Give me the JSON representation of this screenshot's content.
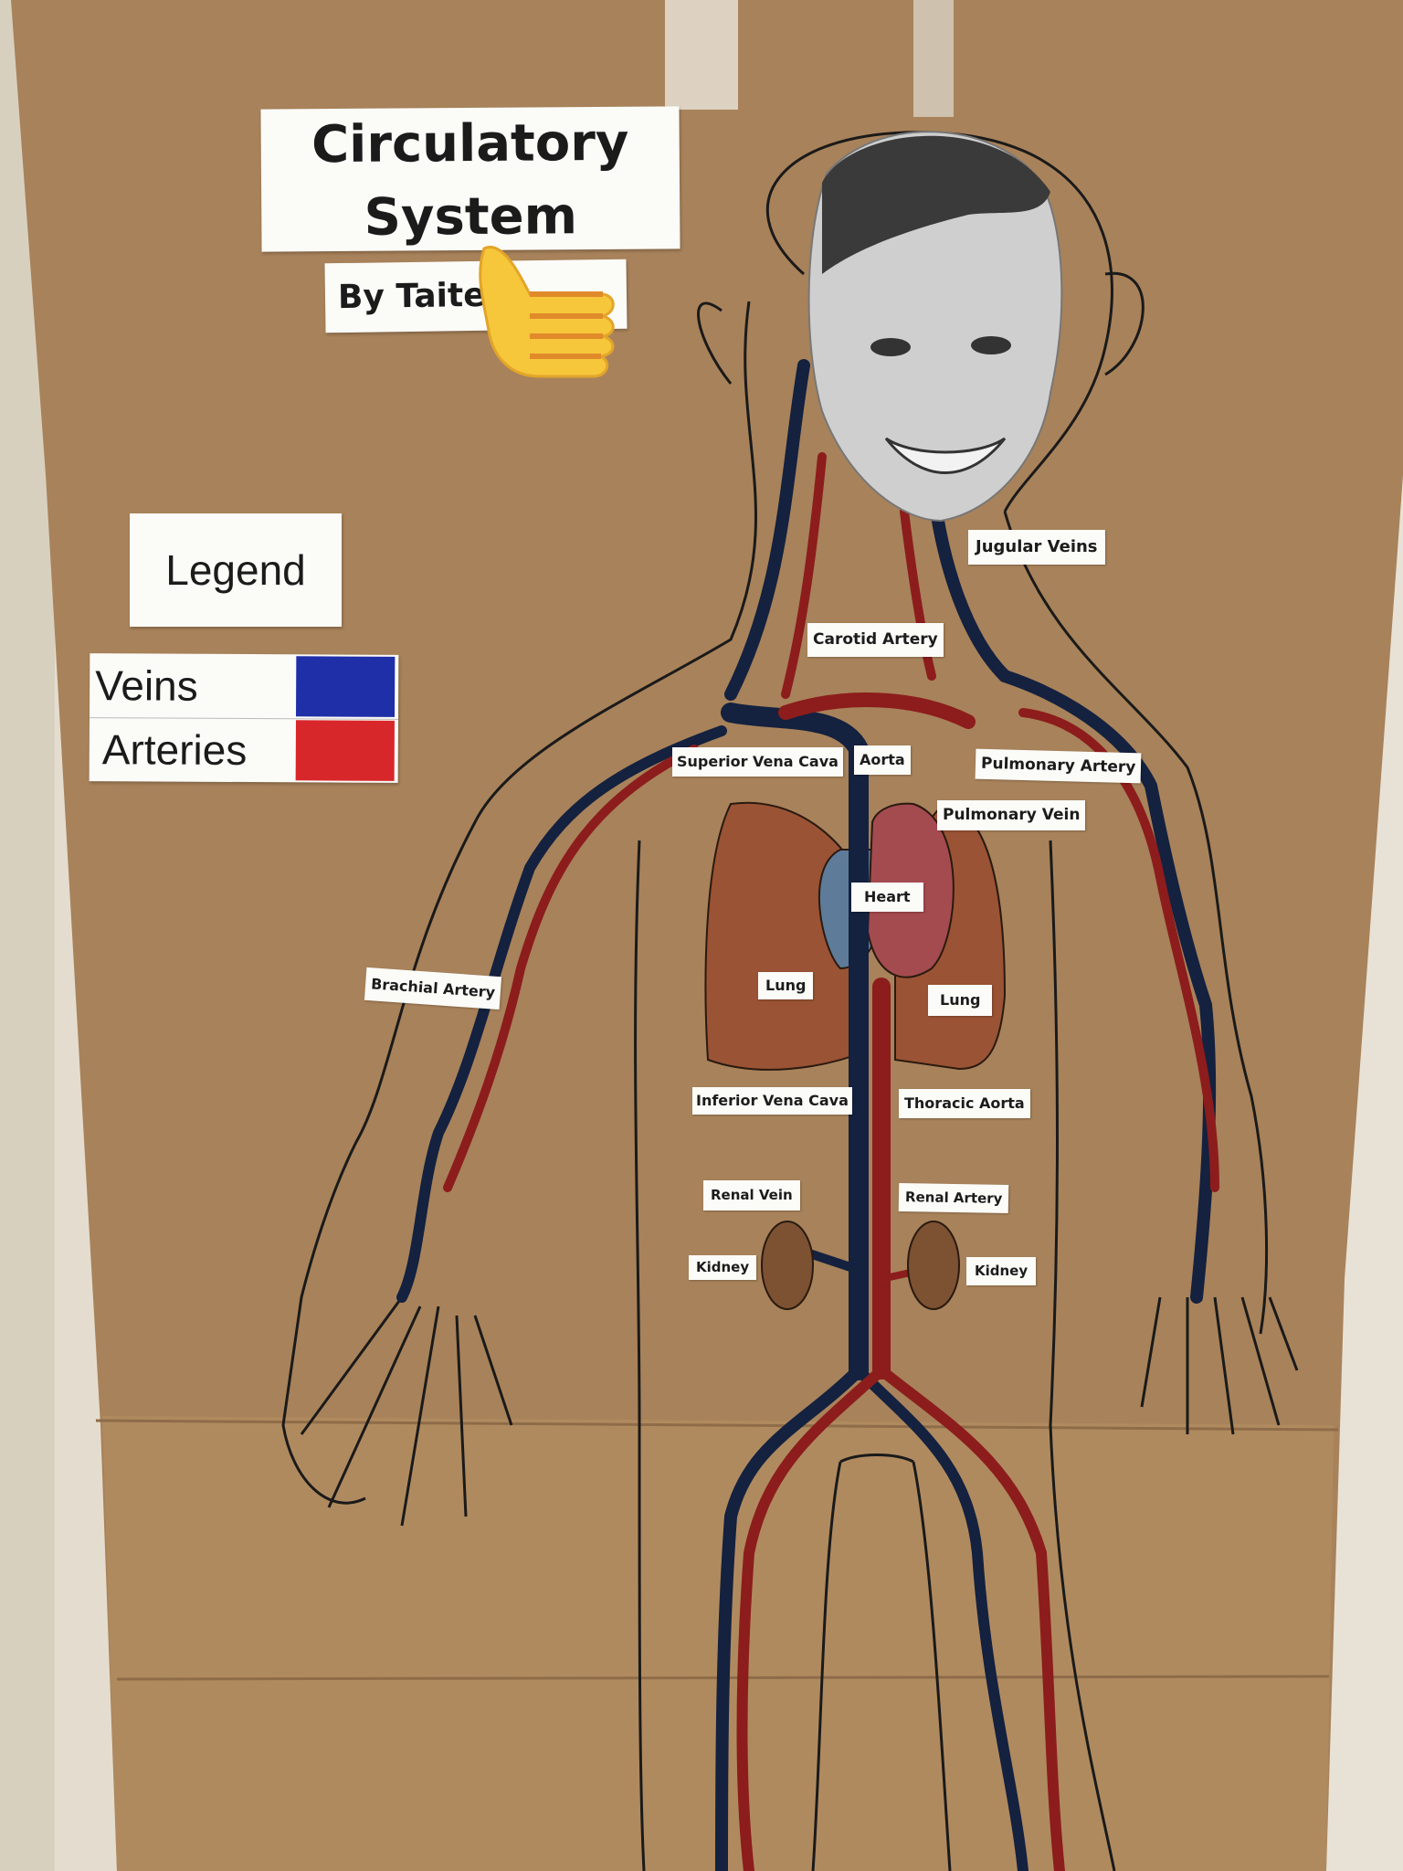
{
  "title": "Circulatory System",
  "title_lines": [
    "Circulatory",
    "System"
  ],
  "byline": "By Taite",
  "legend": {
    "title": "Legend",
    "items": [
      {
        "label": "Veins",
        "color": "#1f2fa8"
      },
      {
        "label": "Arteries",
        "color": "#d8272b"
      }
    ]
  },
  "colors": {
    "cardboard": "#a8825a",
    "vein": "#14213f",
    "artery": "#8c1d1c",
    "lung": "#9a5334",
    "heart_blue": "#5e7b9a",
    "heart_red": "#a44b4f",
    "kidney": "#7d5232"
  },
  "labels": {
    "jugular_veins": "Jugular Veins",
    "carotid_artery": "Carotid Artery",
    "superior_vena_cava": "Superior Vena Cava",
    "aorta": "Aorta",
    "pulmonary_artery": "Pulmonary Artery",
    "pulmonary_vein": "Pulmonary Vein",
    "heart": "Heart",
    "brachial_artery": "Brachial Artery",
    "lung_left": "Lung",
    "lung_right": "Lung",
    "inferior_vena_cava": "Inferior Vena Cava",
    "thoracic_aorta": "Thoracic Aorta",
    "renal_vein": "Renal Vein",
    "renal_artery": "Renal Artery",
    "kidney_left": "Kidney",
    "kidney_right": "Kidney"
  }
}
